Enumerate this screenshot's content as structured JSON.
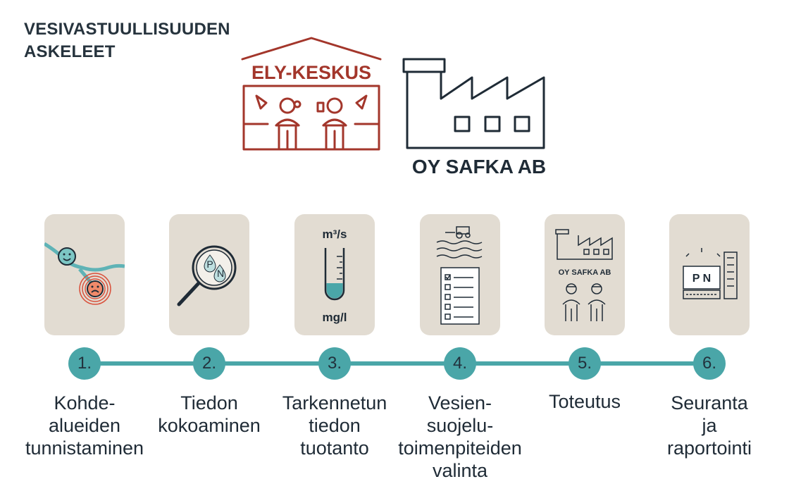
{
  "title": {
    "line1": "VESIVASTUULLISUUDEN",
    "line2": "ASKELEET"
  },
  "colors": {
    "ely": "#a3362b",
    "factory": "#1f2b36",
    "teal": "#4aa6a8",
    "card": "#e2dcd2"
  },
  "header": {
    "ely_label": "ELY-KESKUS",
    "company_label": "OY SAFKA AB"
  },
  "cards": {
    "measure_top": "m³/s",
    "measure_bottom": "mg/l",
    "magnifier_letters": [
      "P",
      "N"
    ],
    "factory_label": "OY SAFKA AB",
    "monitor_letters": "P N"
  },
  "steps": [
    {
      "number": "1.",
      "lines": [
        "Kohde-",
        "alueiden",
        "tunnistaminen"
      ]
    },
    {
      "number": "2.",
      "lines": [
        "Tiedon",
        "kokoaminen"
      ]
    },
    {
      "number": "3.",
      "lines": [
        "Tarkennetun",
        "tiedon",
        "tuotanto"
      ]
    },
    {
      "number": "4.",
      "lines": [
        "Vesien-",
        "suojelu-",
        "toimenpiteiden",
        "valinta"
      ]
    },
    {
      "number": "5.",
      "lines": [
        "Toteutus"
      ]
    },
    {
      "number": "6.",
      "lines": [
        "Seuranta",
        "ja",
        "raportointi"
      ]
    }
  ]
}
